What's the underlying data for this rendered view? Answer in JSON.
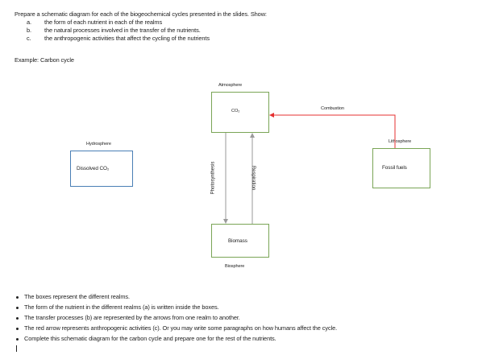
{
  "instructions": {
    "intro": "Prepare a schematic diagram for each of the biogeochemical cycles presented in the slides. Show:",
    "items": [
      {
        "marker": "a.",
        "text": "the form of each nutrient in each of the realms"
      },
      {
        "marker": "b.",
        "text": "the natural processes involved in the transfer of the nutrients."
      },
      {
        "marker": "c.",
        "text": "the anthropogenic activities that affect the cycling of the nutrients"
      }
    ],
    "example": "Example:  Carbon cycle"
  },
  "diagram": {
    "atmosphere": {
      "label": "Atmosphere",
      "content": "CO₂"
    },
    "hydrosphere": {
      "label": "Hydrosphere",
      "content": "Dissolved CO₂"
    },
    "lithosphere": {
      "label": "Lithosphere",
      "content": "Fossil fuels"
    },
    "biosphere": {
      "label": "Biosphere",
      "content": "Biomass"
    },
    "processes": {
      "combustion": "Combustion",
      "photosynthesis": "Photosynthesis",
      "respiration": "Respiration"
    },
    "colors": {
      "green": "#7aa556",
      "blue": "#4a7fb5",
      "red": "#e53030",
      "arrow": "#9a9a9a"
    }
  },
  "notes": [
    "The boxes represent the different realms.",
    "The form of the nutrient in the different realms (a) is written inside the boxes.",
    "The transfer processes (b) are represented by the arrows from one realm to another.",
    "The red arrow represents anthropogenic activities (c). Or you may write some paragraphs on how humans affect the cycle.",
    "Complete this schematic diagram for the carbon cycle and prepare one for the rest of the nutrients."
  ]
}
